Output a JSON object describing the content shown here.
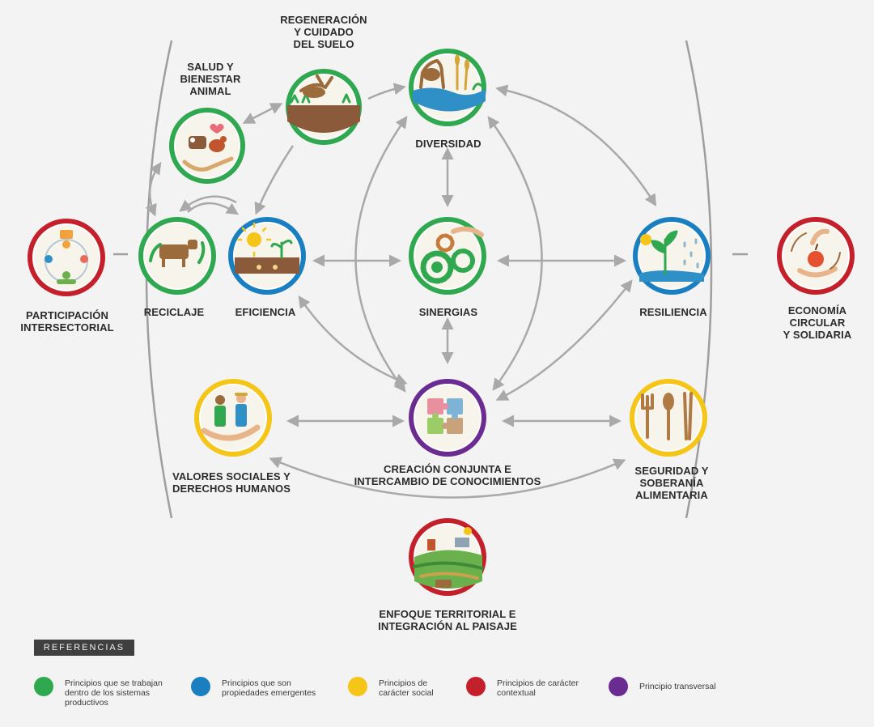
{
  "colors": {
    "green": "#2fa84f",
    "blue": "#1a7fc1",
    "yellow": "#f5c518",
    "red": "#c4202b",
    "purple": "#6a2c91",
    "arrow": "#a9a9a9"
  },
  "nodes": {
    "salud": {
      "label": "SALUD Y\nBIENESTAR\nANIMAL",
      "category": "green",
      "icon": "cow-hen-hand-icon"
    },
    "regeneracion": {
      "label": "REGENERACIÓN\nY CUIDADO\nDEL SUELO",
      "category": "green",
      "icon": "soil-deer-icon"
    },
    "diversidad": {
      "label": "DIVERSIDAD",
      "category": "green",
      "icon": "deer-wheat-water-icon"
    },
    "reciclaje": {
      "label": "RECICLAJE",
      "category": "green",
      "icon": "cow-cycle-icon"
    },
    "eficiencia": {
      "label": "EFICIENCIA",
      "category": "blue",
      "icon": "sun-sprout-icon"
    },
    "sinergias": {
      "label": "SINERGIAS",
      "category": "green",
      "icon": "gears-hand-icon"
    },
    "resiliencia": {
      "label": "RESILIENCIA",
      "category": "blue",
      "icon": "plant-rain-icon"
    },
    "participacion": {
      "label": "PARTICIPACIÓN\nINTERSECTORIAL",
      "category": "red",
      "icon": "people-network-icon"
    },
    "economia": {
      "label": "ECONOMÍA\nCIRCULAR\nY SOLIDARIA",
      "category": "red",
      "icon": "apple-hands-icon"
    },
    "valores": {
      "label": "VALORES SOCIALES Y\nDERECHOS HUMANOS",
      "category": "yellow",
      "icon": "farmers-hand-icon"
    },
    "creacion": {
      "label": "CREACIÓN CONJUNTA E\nINTERCAMBIO DE CONOCIMIENTOS",
      "category": "purple",
      "icon": "puzzle-icon"
    },
    "seguridad": {
      "label": "SEGURIDAD Y\nSOBERANÍA\nALIMENTARIA",
      "category": "yellow",
      "icon": "utensils-icon"
    },
    "enfoque": {
      "label": "ENFOQUE TERRITORIAL E\nINTEGRACIÓN AL PAISAJE",
      "category": "red",
      "icon": "landscape-icon"
    }
  },
  "legend": {
    "title": "REFERENCIAS",
    "items": [
      {
        "color": "green",
        "text": "Principios que se trabajan\ndentro de los sistemas\nproductivos"
      },
      {
        "color": "blue",
        "text": "Principios que son\npropiedades emergentes"
      },
      {
        "color": "yellow",
        "text": "Principios de\ncarácter social"
      },
      {
        "color": "red",
        "text": "Principios de carácter\ncontextual"
      },
      {
        "color": "purple",
        "text": "Principio transversal"
      }
    ]
  }
}
